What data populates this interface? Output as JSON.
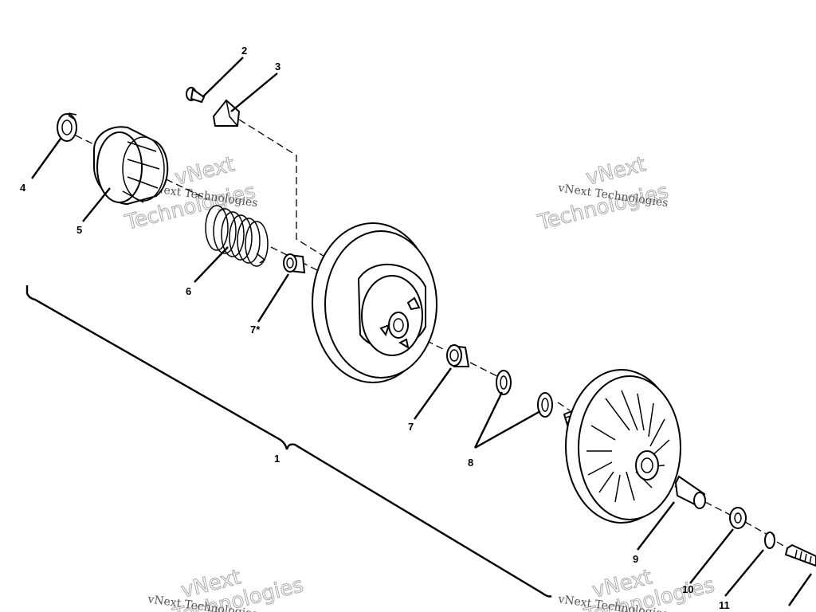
{
  "callouts": {
    "c1": "1",
    "c2": "2",
    "c3": "3",
    "c4": "4",
    "c5": "5",
    "c6": "6",
    "c7a": "7*",
    "c7b": "7",
    "c8": "8",
    "c9": "9",
    "c10": "10",
    "c11": "11"
  },
  "watermarks": {
    "brand": "vNext Technologies",
    "word1": "vNext",
    "word2": "Technologies"
  }
}
